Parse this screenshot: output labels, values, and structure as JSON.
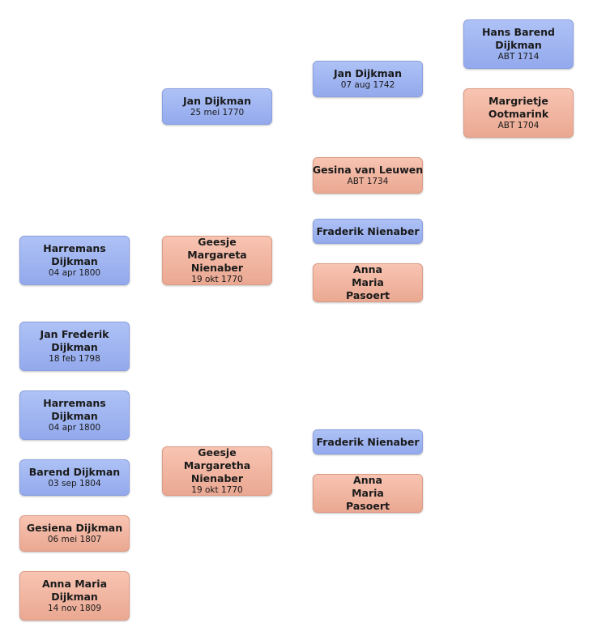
{
  "people": {
    "p1": {
      "name": "Hans Barend Dijkman",
      "date": "ABT 1714"
    },
    "p2": {
      "name": "Jan Dijkman",
      "date": "07 aug 1742"
    },
    "p3": {
      "name": "Margrietje Ootmarink",
      "date": "ABT 1704"
    },
    "p4": {
      "name": "Jan Dijkman",
      "date": "25 mei 1770"
    },
    "p5": {
      "name": "Gesina van Leuwen",
      "date": "ABT 1734"
    },
    "p6": {
      "name": "Fraderik Nienaber",
      "date": ""
    },
    "p7": {
      "name": "Harremans Dijkman",
      "date": "04 apr 1800"
    },
    "p8": {
      "name": "Geesje Margareta Nienaber",
      "date": "19 okt 1770"
    },
    "p9": {
      "name": "Anna Maria Pasoert",
      "date": ""
    },
    "p10": {
      "name": "Jan Frederik Dijkman",
      "date": "18 feb 1798"
    },
    "p11": {
      "name": "Harremans Dijkman",
      "date": "04 apr 1800"
    },
    "p12": {
      "name": "Fraderik Nienaber",
      "date": ""
    },
    "p13": {
      "name": "Geesje Margaretha Nienaber",
      "date": "19 okt 1770"
    },
    "p14": {
      "name": "Barend Dijkman",
      "date": "03 sep 1804"
    },
    "p15": {
      "name": "Anna Maria Pasoert",
      "date": ""
    },
    "p16": {
      "name": "Gesiena Dijkman",
      "date": "06 mei 1807"
    },
    "p17": {
      "name": "Anna Maria Dijkman",
      "date": "14 nov 1809"
    }
  }
}
